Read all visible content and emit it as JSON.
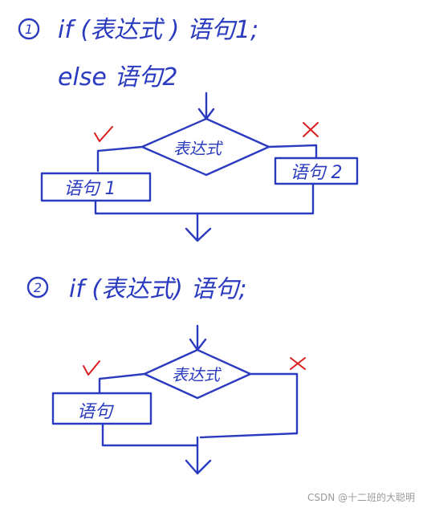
{
  "form1": {
    "number": "1",
    "line1": "if (表达式 )  语句1;",
    "line2": "else  语句2",
    "condition": "表达式",
    "true_mark": "√",
    "false_mark": "×",
    "branch_true": "语句 1",
    "branch_false": "语句 2"
  },
  "form2": {
    "number": "2",
    "line1": "if (表达式)  语句;",
    "condition": "表达式",
    "true_mark": "√",
    "false_mark": "×",
    "branch_true": "语句"
  },
  "watermark": "CSDN @十二班的大聪明",
  "colors": {
    "ink": "#2b3bbf",
    "marks": "#d81e1e",
    "background": "#ffffff"
  }
}
